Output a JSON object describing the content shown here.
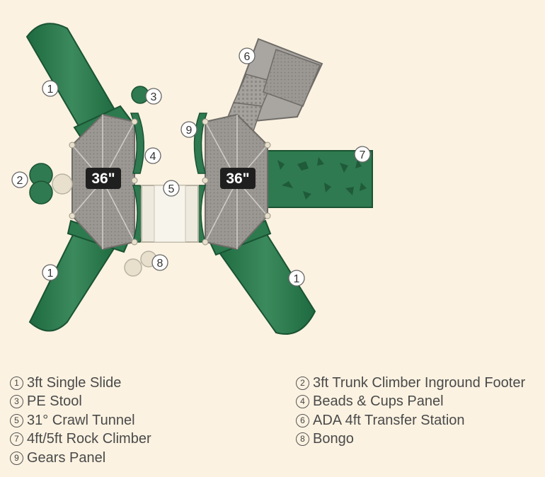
{
  "deck_labels": [
    "36\"",
    "36\""
  ],
  "callouts": {
    "slide": "1",
    "trunk_climber": "2",
    "stool": "3",
    "beads_panel": "4",
    "tunnel": "5",
    "transfer_station": "6",
    "rock_climber": "7",
    "bongo": "8",
    "gears_panel": "9"
  },
  "legend": {
    "left": [
      {
        "num": "1",
        "label": "3ft Single Slide"
      },
      {
        "num": "3",
        "label": "PE Stool"
      },
      {
        "num": "5",
        "label": "31° Crawl Tunnel"
      },
      {
        "num": "7",
        "label": "4ft/5ft Rock Climber"
      },
      {
        "num": "9",
        "label": "Gears Panel"
      }
    ],
    "right": [
      {
        "num": "2",
        "label": "3ft Trunk Climber Inground Footer"
      },
      {
        "num": "4",
        "label": "Beads & Cups Panel"
      },
      {
        "num": "6",
        "label": "ADA 4ft Transfer Station"
      },
      {
        "num": "8",
        "label": "Bongo"
      }
    ]
  },
  "colors": {
    "background": "#fbf2e1",
    "green": "#2f7a50",
    "green_dark": "#1f5a39",
    "deck_gray": "#9a9793",
    "post_beige": "#e8e0cc",
    "label_bg": "#1f1f1f"
  }
}
